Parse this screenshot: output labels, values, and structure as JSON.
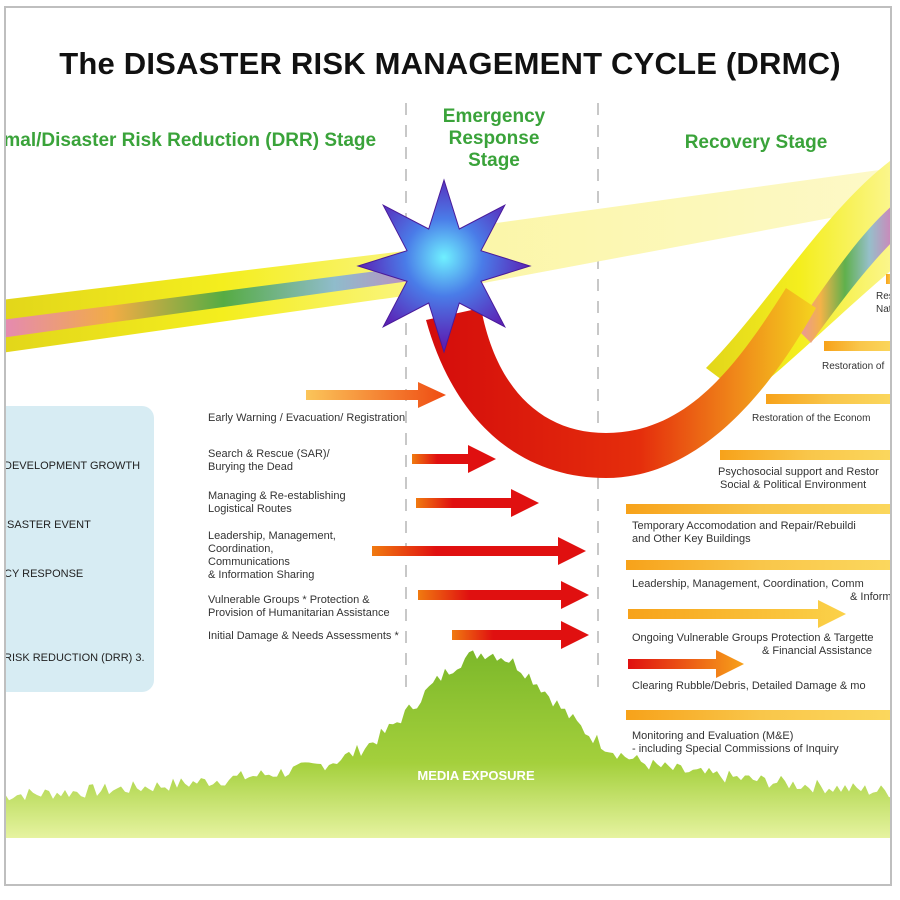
{
  "title": "The DISASTER RISK MANAGEMENT CYCLE (DRMC)",
  "stages": {
    "left": "rmal/Disaster Risk Reduction (DRR) Stage",
    "middle": [
      "Emergency",
      "Response",
      "Stage"
    ],
    "right": "Recovery Stage"
  },
  "legend": [
    "DEVELOPMENT GROWTH",
    "ISASTER EVENT",
    "CY RESPONSE",
    "RISK  REDUCTION (DRR) 3."
  ],
  "emergency_labels": [
    [
      "Early Warning / Evacuation/ Registration"
    ],
    [
      "Search & Rescue (SAR)/",
      "Burying the Dead"
    ],
    [
      "Managing & Re-establishing",
      "Logistical Routes"
    ],
    [
      "Leadership, Management,",
      "Coordination,",
      "Communications",
      "& Information Sharing"
    ],
    [
      "Vulnerable Groups * Protection &",
      "Provision of Humanitarian Assistance"
    ],
    [
      "Initial Damage & Needs Assessments *"
    ]
  ],
  "recovery_labels": [
    [
      "Resto",
      "Natu"
    ],
    [
      "Restoration of"
    ],
    [
      "Restoration of the Econom"
    ],
    [
      "Psychosocial support and Restor",
      "Social & Political  Environment"
    ],
    [
      "Temporary Accomodation and Repair/Rebuildi",
      "and Other Key Buildings"
    ],
    [
      "Leadership, Management, Coordination, Comm",
      "& Inform"
    ],
    [
      "Ongoing Vulnerable Groups Protection & Targette",
      "& Financial Assistance"
    ],
    [
      "Clearing Rubble/Debris, Detailed Damage & mo"
    ],
    [
      "Monitoring and Evaluation (M&E)",
      "- including Special Commissions of Inquiry"
    ]
  ],
  "media_label": "MEDIA EXPOSURE",
  "colors": {
    "stage_green": "#3aa33a",
    "legend_bg": "#d7ecf3",
    "arrow_red": "#e01010",
    "arrow_orange": "#f7a21a",
    "band_yellow": "#f4ee1e",
    "star_purple": "#6a2fc8",
    "media_green": "#8cc63f"
  }
}
